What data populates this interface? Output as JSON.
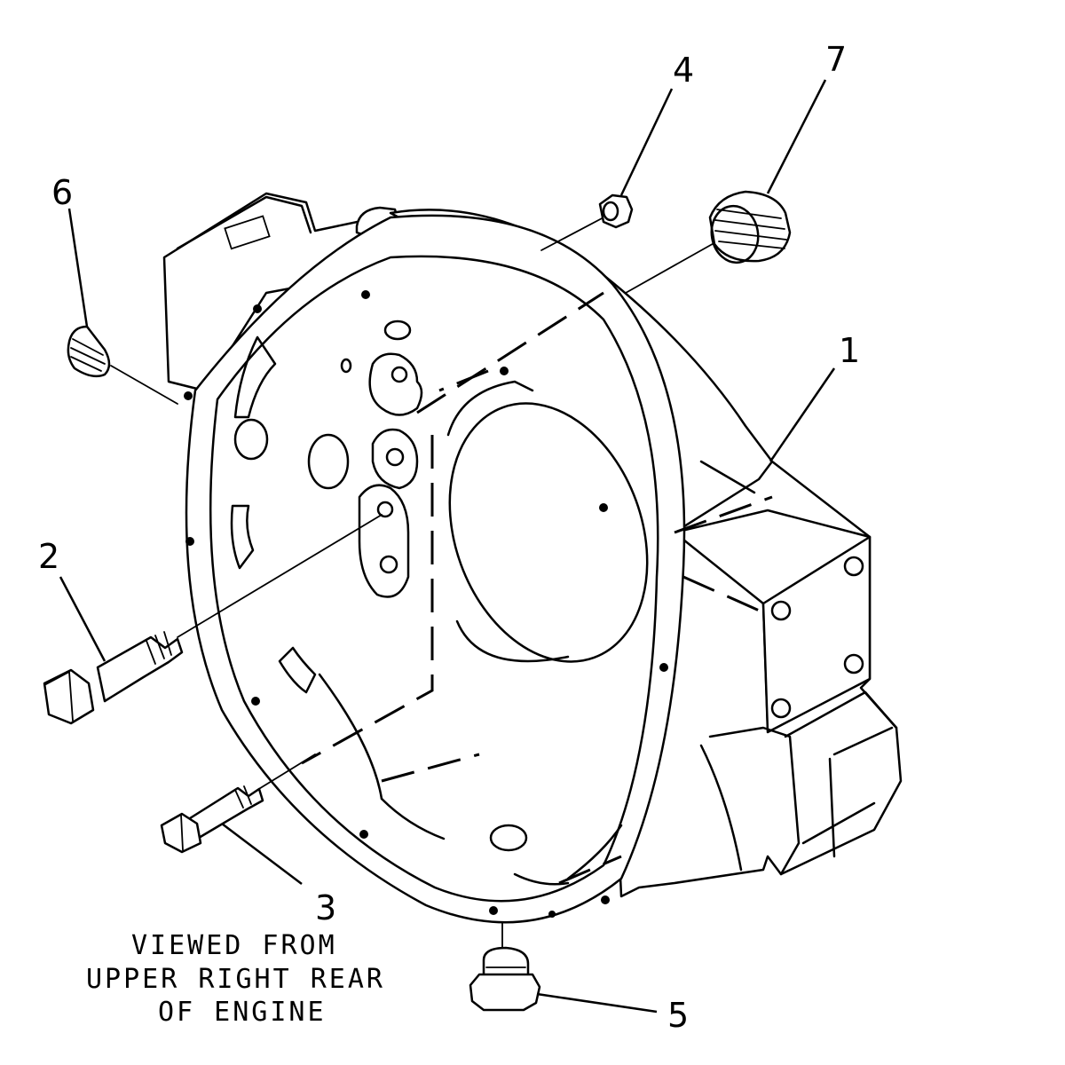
{
  "diagram": {
    "callouts": [
      {
        "id": "1",
        "label": "1"
      },
      {
        "id": "2",
        "label": "2"
      },
      {
        "id": "3",
        "label": "3"
      },
      {
        "id": "4",
        "label": "4"
      },
      {
        "id": "5",
        "label": "5"
      },
      {
        "id": "6",
        "label": "6"
      },
      {
        "id": "7",
        "label": "7"
      }
    ],
    "view_note": [
      "VIEWED FROM",
      "UPPER RIGHT REAR",
      "OF ENGINE"
    ]
  }
}
